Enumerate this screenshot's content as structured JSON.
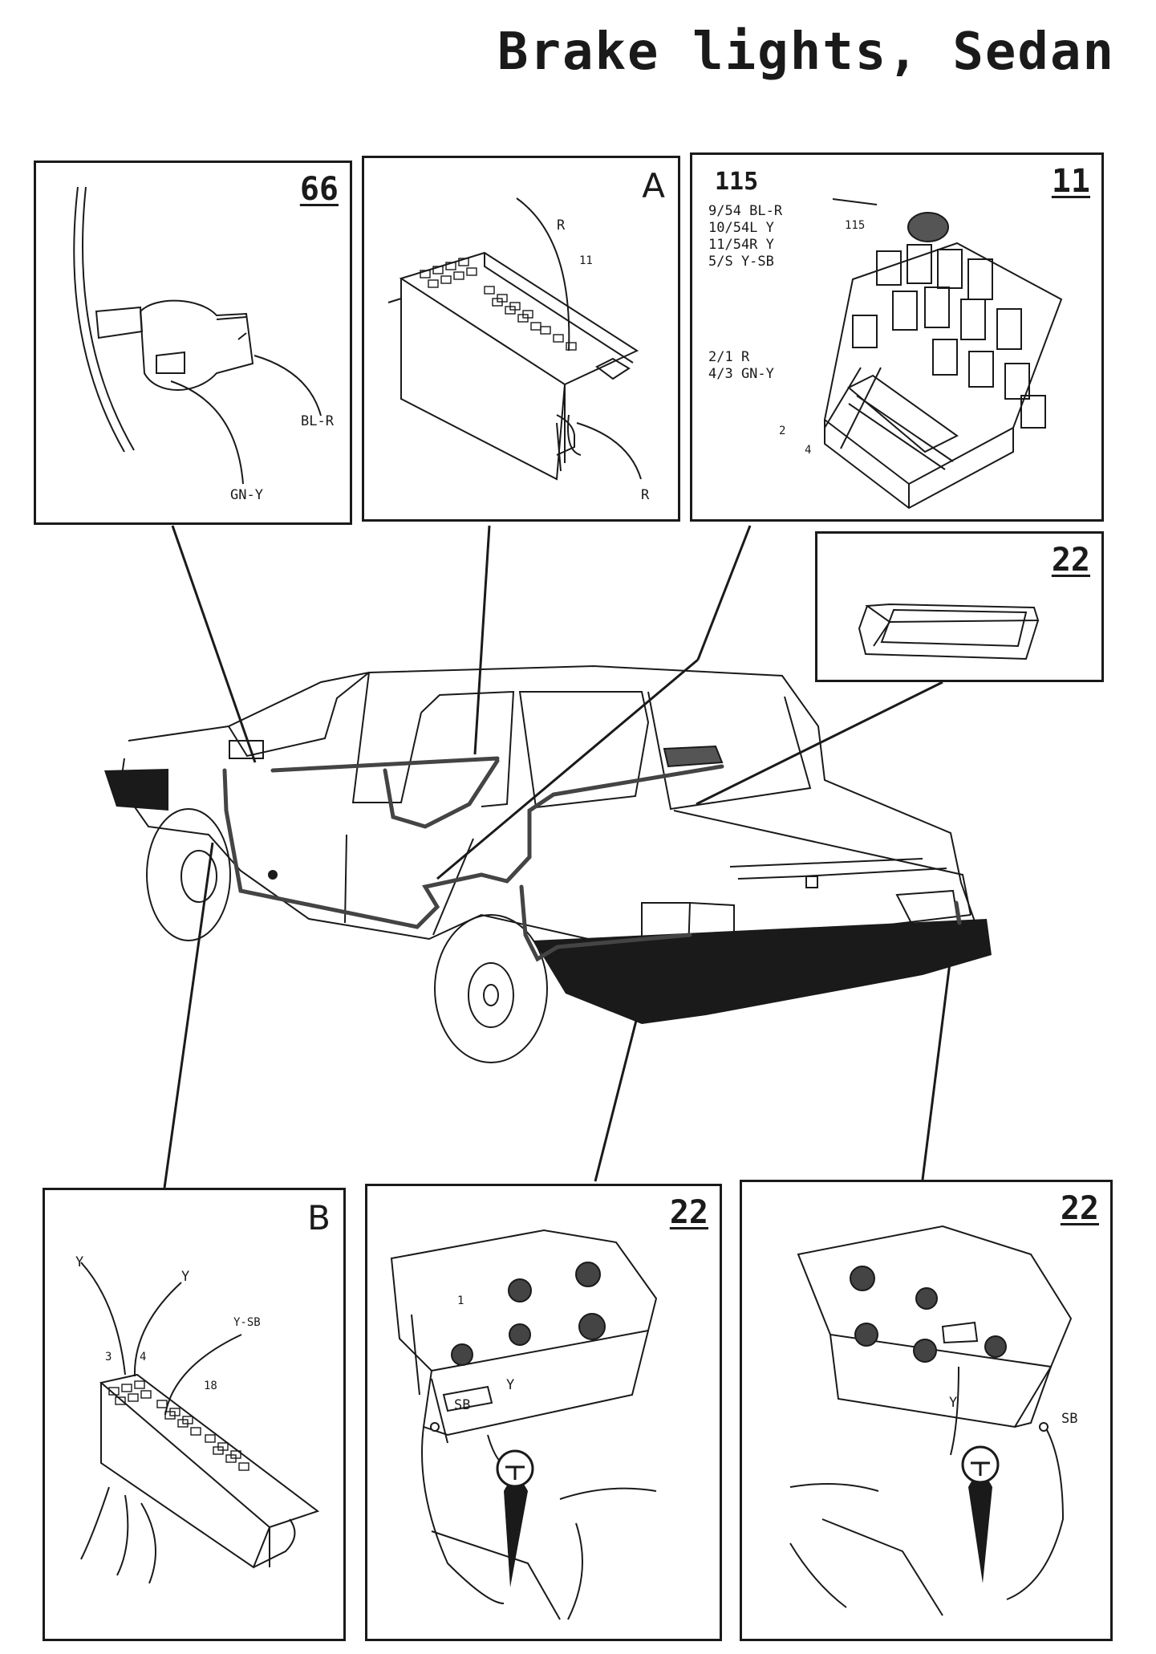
{
  "title": "Brake lights, Sedan",
  "panels": {
    "switch": {
      "number": "66",
      "wire_top": "BL-R",
      "wire_bottom": "GN-Y"
    },
    "connector_a": {
      "letter": "A",
      "wire_in": "R",
      "pin": "11",
      "wire_out": "R"
    },
    "relay_box": {
      "number": "11",
      "relay": "115",
      "codes_upper": [
        "9/54 BL-R",
        "10/54L Y",
        "11/54R Y",
        "5/S Y-SB"
      ],
      "codes_lower": [
        "2/1 R",
        "4/3 GN-Y"
      ],
      "relay_callout": "115",
      "pin_a": "2",
      "pin_b": "4"
    },
    "high_lamp": {
      "number": "22"
    },
    "connector_b": {
      "letter": "B",
      "wire_1": "Y",
      "wire_2": "Y",
      "wire_3": "Y-SB",
      "pin_1": "3",
      "pin_2": "4",
      "pin_3": "18"
    },
    "tail_left": {
      "number": "22",
      "pin": "1",
      "wire_y": "Y",
      "wire_sb": "SB"
    },
    "tail_right": {
      "number": "22",
      "wire_y": "Y",
      "wire_sb": "SB"
    }
  },
  "colors": {
    "ink": "#1a1a1a",
    "harness": "#444444",
    "bumper": "#1a1a1a"
  }
}
